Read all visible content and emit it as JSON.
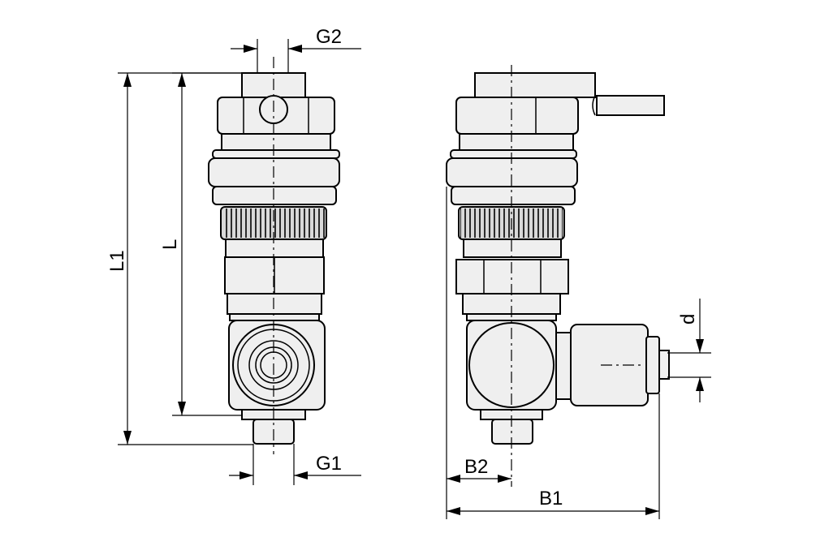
{
  "drawing": {
    "views": [
      "front-view",
      "side-view"
    ],
    "dimensions": {
      "g2": "G2",
      "l1": "L1",
      "l": "L",
      "g1": "G1",
      "d": "d",
      "b2": "B2",
      "b1": "B1"
    },
    "colors": {
      "line": "#000000",
      "body_fill": "#efefef",
      "knurl_fill": "#d9d9d9",
      "background": "#ffffff"
    }
  }
}
